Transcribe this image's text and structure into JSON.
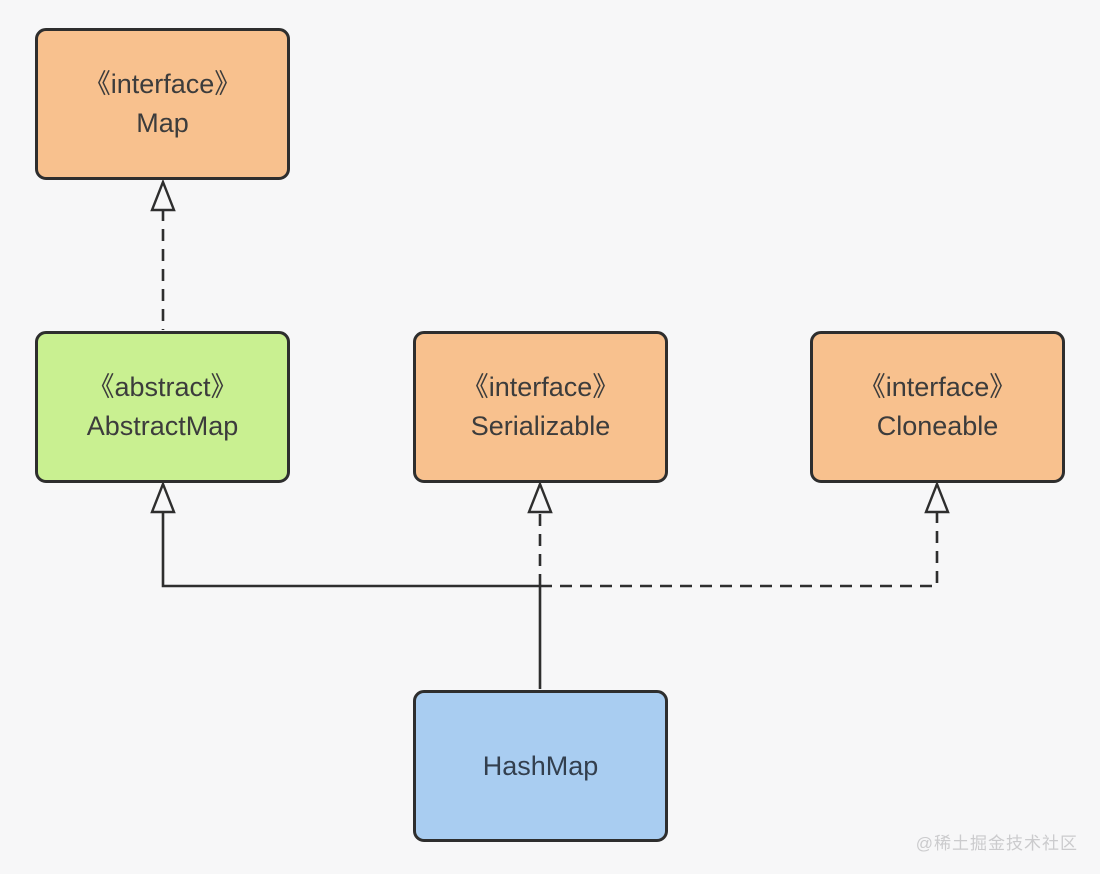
{
  "page": {
    "background": "#f7f7f8",
    "watermark": "@稀土掘金技术社区"
  },
  "colors": {
    "interface_fill": "#f8c18e",
    "abstract_fill": "#c9f091",
    "class_fill": "#a9cdf1",
    "border": "#2e2e2e",
    "text": "#3c3c3c"
  },
  "nodes": [
    {
      "id": "map",
      "stereotype": "《interface》",
      "name": "Map",
      "fill": "#f8c18e"
    },
    {
      "id": "abstractmap",
      "stereotype": "《abstract》",
      "name": "AbstractMap",
      "fill": "#c9f091"
    },
    {
      "id": "serializable",
      "stereotype": "《interface》",
      "name": "Serializable",
      "fill": "#f8c18e"
    },
    {
      "id": "cloneable",
      "stereotype": "《interface》",
      "name": "Cloneable",
      "fill": "#f8c18e"
    },
    {
      "id": "hashmap",
      "stereotype": "",
      "name": "HashMap",
      "fill": "#a9cdf1"
    }
  ],
  "edges": [
    {
      "from": "AbstractMap",
      "to": "Map",
      "relation": "implements",
      "line": "dashed",
      "arrow": "hollow-triangle"
    },
    {
      "from": "HashMap",
      "to": "AbstractMap",
      "relation": "extends",
      "line": "solid",
      "arrow": "hollow-triangle"
    },
    {
      "from": "HashMap",
      "to": "Serializable",
      "relation": "implements",
      "line": "dashed",
      "arrow": "hollow-triangle"
    },
    {
      "from": "HashMap",
      "to": "Cloneable",
      "relation": "implements",
      "line": "dashed",
      "arrow": "hollow-triangle"
    }
  ]
}
